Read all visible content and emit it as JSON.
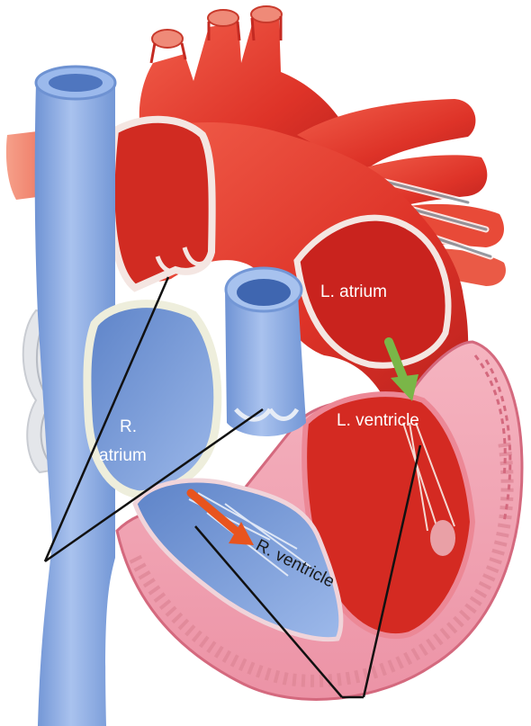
{
  "diagram": {
    "labels": {
      "right_atrium": [
        "R.",
        "atrium"
      ],
      "left_atrium": "L. atrium",
      "left_ventricle": "L. ventricle",
      "right_ventricle": "R. ventricle"
    },
    "colors": {
      "oxygenated": "#e0362c",
      "oxygenated_dark": "#b41e1c",
      "oxygenated_light": "#f06a56",
      "deoxygenated": "#8fb0e6",
      "deoxygenated_dark": "#5e86cc",
      "deoxygenated_light": "#b9cff2",
      "myocardium": "#f2a6b4",
      "myocardium_dark": "#d4697e",
      "valve_outline": "#eef0f2",
      "flow_arrow_right": "#e8541e",
      "flow_arrow_left": "#7ab648",
      "pointer_line": "#111111",
      "label_light": "#ffffff",
      "label_dark": "#1a1a1a"
    }
  }
}
